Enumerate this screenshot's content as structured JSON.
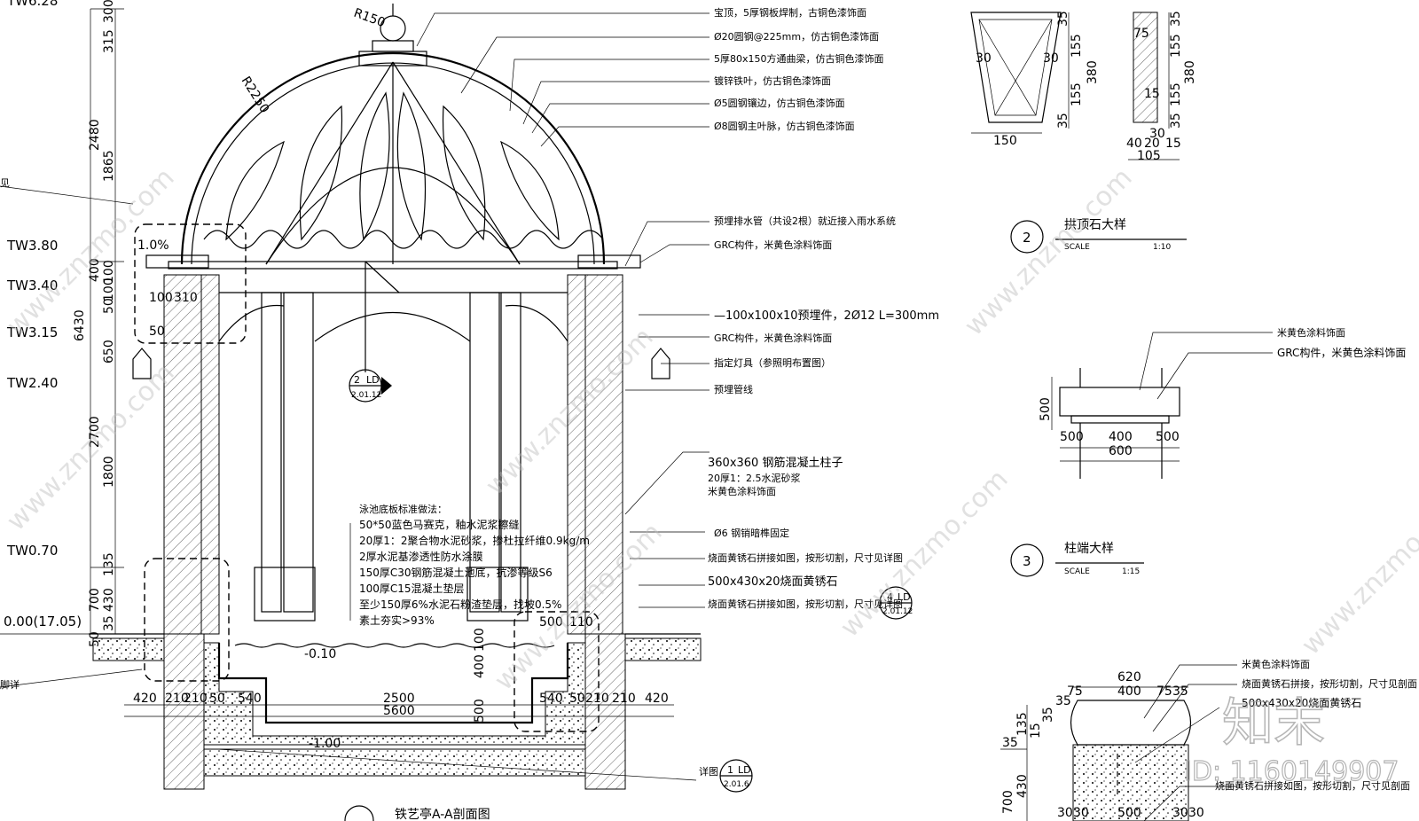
{
  "elevation_marks": [
    "TW6.28",
    "TW3.80",
    "TW3.40",
    "TW3.15",
    "TW2.40",
    "TW0.70",
    "0.00(17.05)"
  ],
  "left_vertical_dims": [
    "315",
    "300",
    "2480",
    "1865",
    "400",
    "100",
    "50",
    "100",
    "6430",
    "650",
    "2700",
    "1800",
    "700",
    "430",
    "135",
    "35",
    "50"
  ],
  "dome": {
    "radius_top": "R150",
    "radius_dome": "R2250",
    "slope": "1.0%",
    "small_dims": [
      "100",
      "310",
      "50"
    ]
  },
  "top_annotations": [
    "宝顶，5厚钢板焊制，古铜色漆饰面",
    "Ø20圆钢@225mm，仿古铜色漆饰面",
    "5厚80x150方通曲梁，仿古铜色漆饰面",
    "镀锌铁叶，仿古铜色漆饰面",
    "Ø5圆钢镶边，仿古铜色漆饰面",
    "Ø8圆钢主叶脉，仿古铜色漆饰面"
  ],
  "right_annotations": [
    "预埋排水管（共设2根）就近接入雨水系统",
    "GRC构件，米黄色涂料饰面",
    "—100x100x10预埋件，2Ø12 L=300mm",
    "GRC构件，米黄色涂料饰面",
    "指定灯具（参照明布置图）",
    "预埋管线",
    "360x360 钢筋混凝土柱子",
    "20厚1：2.5水泥砂浆",
    "米黄色涂料饰面",
    "Ø6 钢销暗榫固定",
    "烧面黄锈石拼接如图，按形切割，尺寸见详图",
    "500x430x20烧面黄锈石",
    "烧面黄锈石拼接如图，按形切割，尺寸见详图"
  ],
  "left_labels": {
    "side_top": "见",
    "side_bottom": "脚详"
  },
  "pool_spec": {
    "heading": "泳池底板标准做法：",
    "lines": [
      "50*50蓝色马赛克，釉水泥浆擦缝",
      "20厚1：2聚合物水泥砂浆，掺杜拉纤维0.9kg/m",
      "2厚水泥基渗透性防水涂膜",
      "150厚C30钢筋混凝土池底，抗渗等级S6",
      "100厚C15混凝土垫层",
      "至少150厚6%水泥石粉渣垫层，找坡0.5%",
      "素土夯实>93%"
    ]
  },
  "section_marks": [
    {
      "num": "2",
      "code": "LD",
      "sheet": "2.01.12"
    },
    {
      "num": "4",
      "code": "LD",
      "sheet": "2.01.12"
    },
    {
      "num": "1",
      "code": "LD",
      "sheet": "2.01.6"
    }
  ],
  "bottom_dims": {
    "row1": [
      "420",
      "210",
      "210",
      "50",
      "540",
      "2500",
      "540",
      "50",
      "210",
      "210",
      "420"
    ],
    "row2": "5600",
    "levels": [
      "-0.10",
      "-1.00"
    ],
    "right_small": [
      "500",
      "110"
    ],
    "right_vert": [
      "400",
      "100",
      "500"
    ],
    "detail_note": "详图"
  },
  "section_title": "铁艺亭A-A剖面图",
  "detail_keystone": {
    "dims_top": [
      "30",
      "30",
      "150"
    ],
    "dims_side": [
      "35",
      "155",
      "380",
      "155",
      "35"
    ],
    "dims_right": [
      "75",
      "35",
      "155",
      "380",
      "155",
      "35",
      "15"
    ],
    "dims_bottom": [
      "40",
      "20",
      "15",
      "105",
      "30"
    ]
  },
  "detail2": {
    "num": "2",
    "title": "拱顶石大样",
    "scale_label": "SCALE",
    "scale": "1:10"
  },
  "detail3_notes": [
    "米黄色涂料饰面",
    "GRC构件，米黄色涂料饰面"
  ],
  "detail3_dims": {
    "height": "500",
    "parts": [
      "500",
      "400",
      "500"
    ],
    "total": "600"
  },
  "detail3": {
    "num": "3",
    "title": "柱端大样",
    "scale_label": "SCALE",
    "scale": "1:15"
  },
  "detail4_notes": [
    "米黄色涂料饰面",
    "烧面黄锈石拼接，按形切割，尺寸见剖面",
    "500x430x20烧面黄锈石",
    "烧面黄锈石拼接如图，按形切割，尺寸见剖面"
  ],
  "detail4_dims": {
    "top": [
      "620",
      "400",
      "75",
      "35",
      "75",
      "35"
    ],
    "left": [
      "35",
      "135",
      "700",
      "430",
      "15",
      "35"
    ],
    "bottom": [
      "30",
      "30",
      "500",
      "30",
      "30"
    ]
  },
  "watermark": {
    "brand": "知末",
    "site": "www.znzmo.com",
    "id": "ID: 1160149907"
  }
}
